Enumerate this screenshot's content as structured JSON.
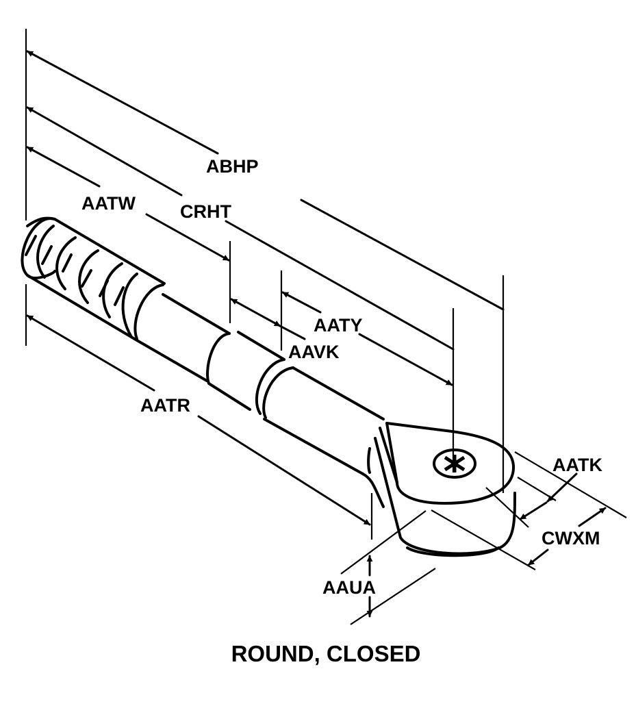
{
  "diagram": {
    "subject": "terminal-lug",
    "caption": "ROUND, CLOSED",
    "dimension_labels": {
      "abhp": "ABHP",
      "crht": "CRHT",
      "aatw": "AATW",
      "aaty": "AATY",
      "aavk": "AAVK",
      "aatr": "AATR",
      "aatk": "AATK",
      "cwxm": "CWXM",
      "aaua": "AAUA"
    },
    "colors": {
      "ink": "#000000",
      "background": "#ffffff"
    }
  }
}
